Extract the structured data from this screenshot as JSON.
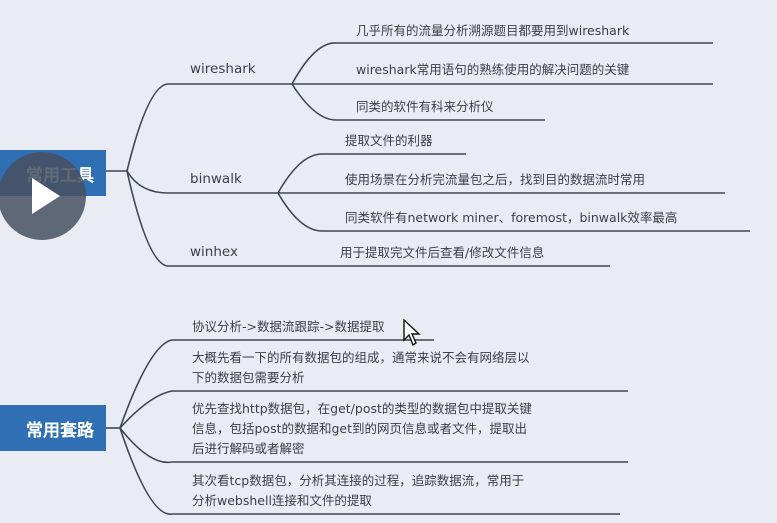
{
  "sections": [
    {
      "title": "常用工具",
      "branches": [
        {
          "label": "wireshark",
          "leaves": [
            [
              "几乎所有的流量分析溯源题目都要用到wireshark"
            ],
            [
              "wireshark常用语句的熟练使用的解决问题的关键"
            ],
            [
              "同类的软件有科来分析仪"
            ]
          ]
        },
        {
          "label": "binwalk",
          "leaves": [
            [
              "提取文件的利器"
            ],
            [
              "使用场景在分析完流量包之后，找到目的数据流时常用"
            ],
            [
              "同类软件有network miner、foremost，binwalk效率最高"
            ]
          ]
        },
        {
          "label": "winhex",
          "leaves": [
            [
              "用于提取完文件后查看/修改文件信息"
            ]
          ]
        }
      ]
    },
    {
      "title": "常用套路",
      "leaves": [
        [
          "协议分析->数据流跟踪->数据提取"
        ],
        [
          "大概先看一下的所有数据包的组成，通常来说不会有网络层以",
          "下的数据包需要分析"
        ],
        [
          "优先查找http数据包，在get/post的类型的数据包中提取关键",
          "信息，包括post的数据和get到的网页信息或者文件，提取出",
          "后进行解码或者解密"
        ],
        [
          "其次看tcp数据包，分析其连接的过程，追踪数据流，常用于",
          "分析webshell连接和文件的提取"
        ]
      ]
    }
  ],
  "colors": {
    "line": "#3d4650",
    "box": "#2f6fb3",
    "background": "#e9edf3"
  }
}
